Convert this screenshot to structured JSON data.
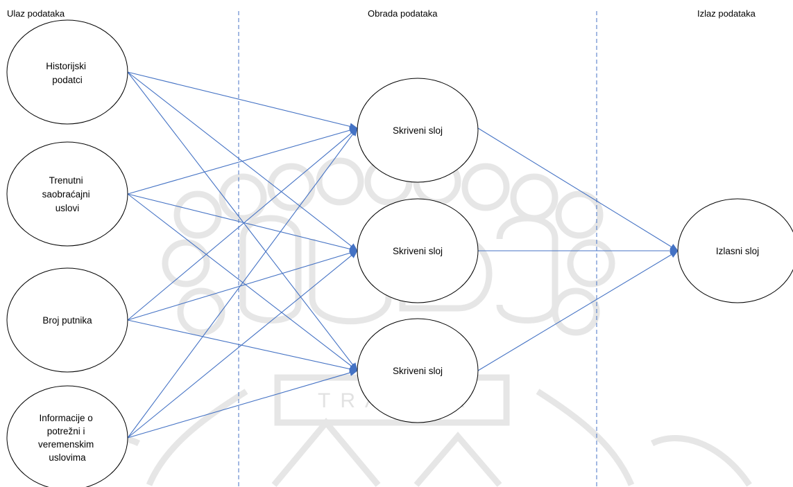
{
  "sections": {
    "input": "Ulaz podataka",
    "processing": "Obrada podataka",
    "output": "Izlaz podataka"
  },
  "nodes": {
    "in1": [
      "Historijski",
      "podatci"
    ],
    "in2": [
      "Trenutni",
      "saobraćajni",
      "uslovi"
    ],
    "in3": [
      "Broj putnika"
    ],
    "in4": [
      "Informacije o",
      "potrežni i",
      "veremenskim",
      "uslovima"
    ],
    "h1": [
      "Skriveni sloj"
    ],
    "h2": [
      "Skriveni sloj"
    ],
    "h3": [
      "Skriveni sloj"
    ],
    "out": [
      "Izlasni sloj"
    ]
  },
  "watermark": {
    "text": "TRAVNIK"
  },
  "colors": {
    "edge": "#4472c4",
    "divider": "#4472c4",
    "watermark": "#e6e6e6"
  }
}
